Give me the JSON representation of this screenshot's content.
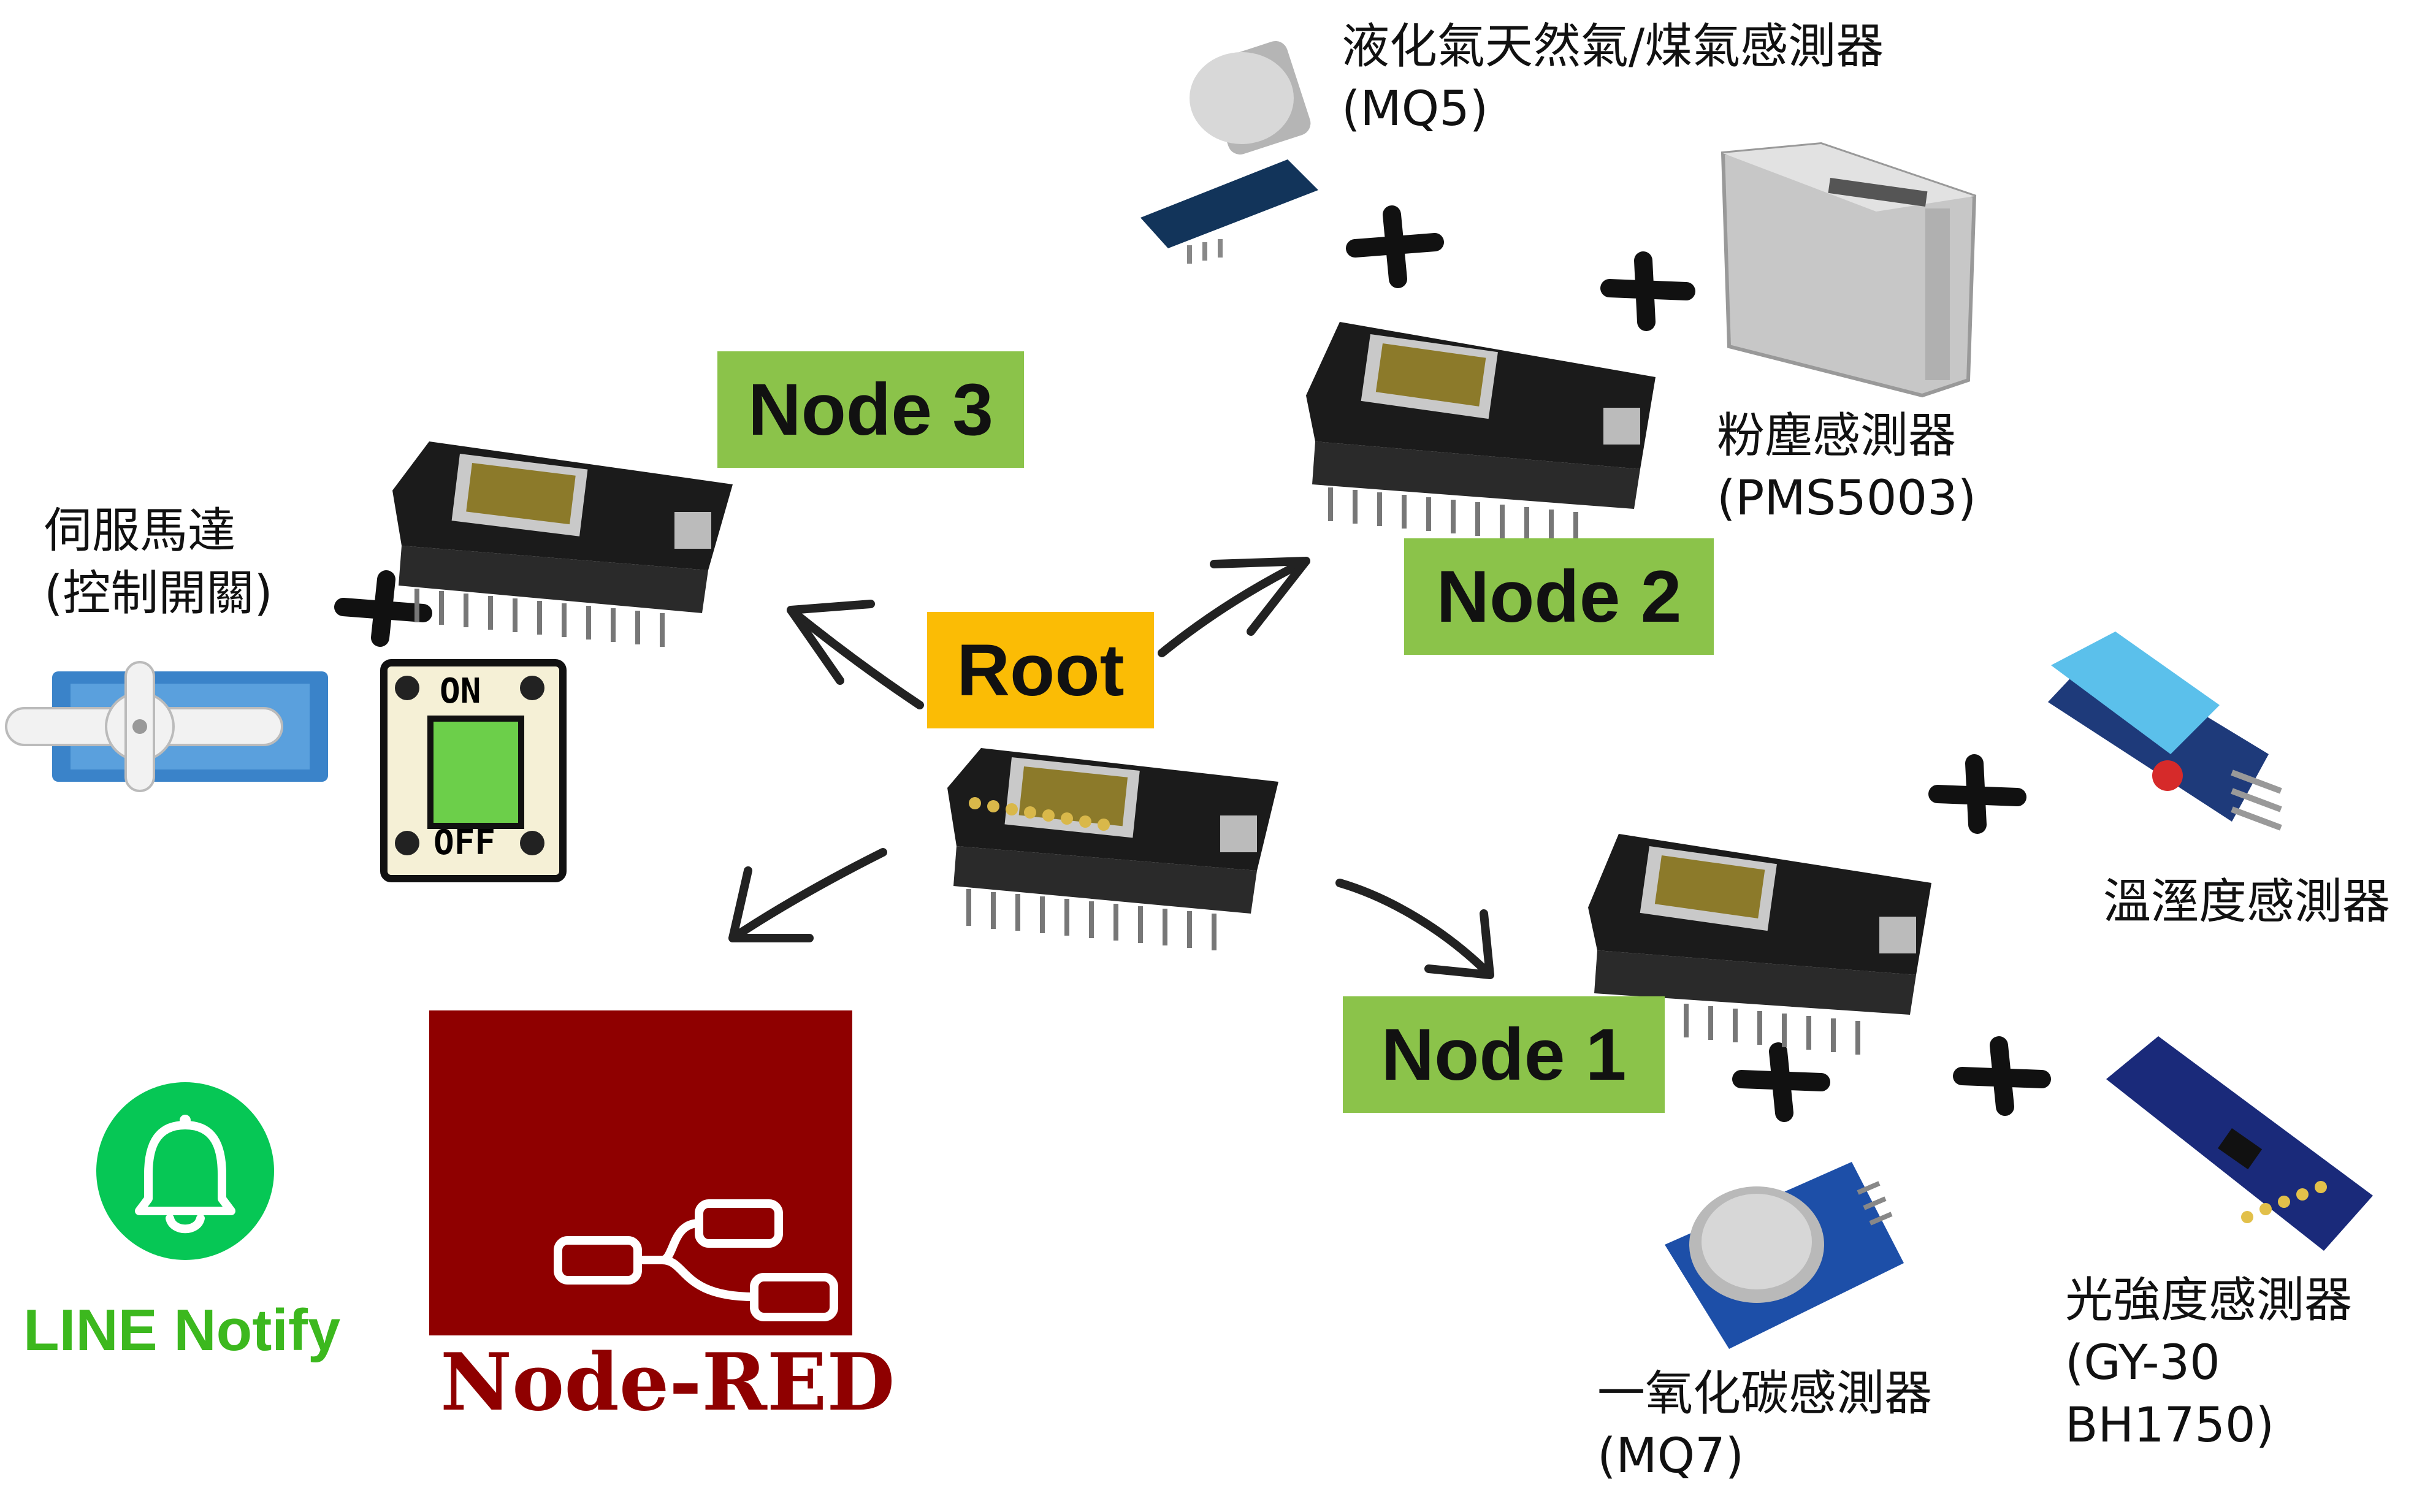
{
  "nodes": {
    "root": "Root",
    "node1": "Node 1",
    "node2": "Node 2",
    "node3": "Node 3"
  },
  "sensors": {
    "gas_title": "液化氣天然氣/煤氣感測器",
    "gas_model": "(MQ5)",
    "dust_title": "粉塵感測器",
    "dust_model": "(PMS5003)",
    "servo_title": "伺服馬達",
    "servo_sub": "(控制開關)",
    "temp_title": "溫溼度感測器",
    "co_title": "一氧化碳感測器",
    "co_model": "(MQ7)",
    "light_title": "光強度感測器",
    "light_model_1": "(GY-30",
    "light_model_2": "BH1750)"
  },
  "switch": {
    "on": "ON",
    "off": "OFF"
  },
  "brands": {
    "line_notify": "LINE Notify",
    "node_red": "Node-RED"
  },
  "colors": {
    "node_green": "#8bc34a",
    "root_yellow": "#fbbc05",
    "nodered_red": "#8f0000",
    "line_green": "#06c755"
  }
}
